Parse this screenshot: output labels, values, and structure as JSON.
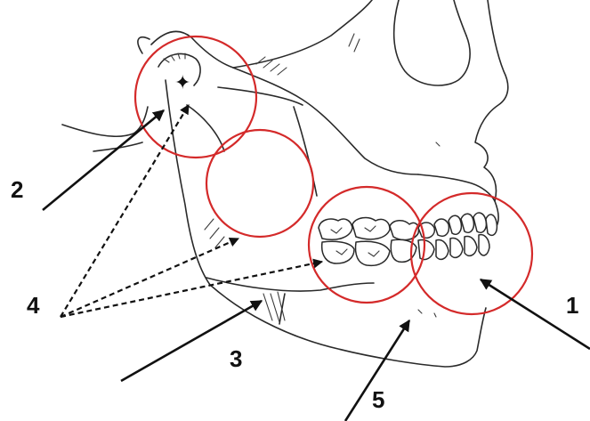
{
  "colors": {
    "ring": "#d42a2a",
    "ink": "#111111"
  },
  "labels": {
    "one": "1",
    "two": "2",
    "three": "3",
    "four": "4",
    "five": "5"
  }
}
